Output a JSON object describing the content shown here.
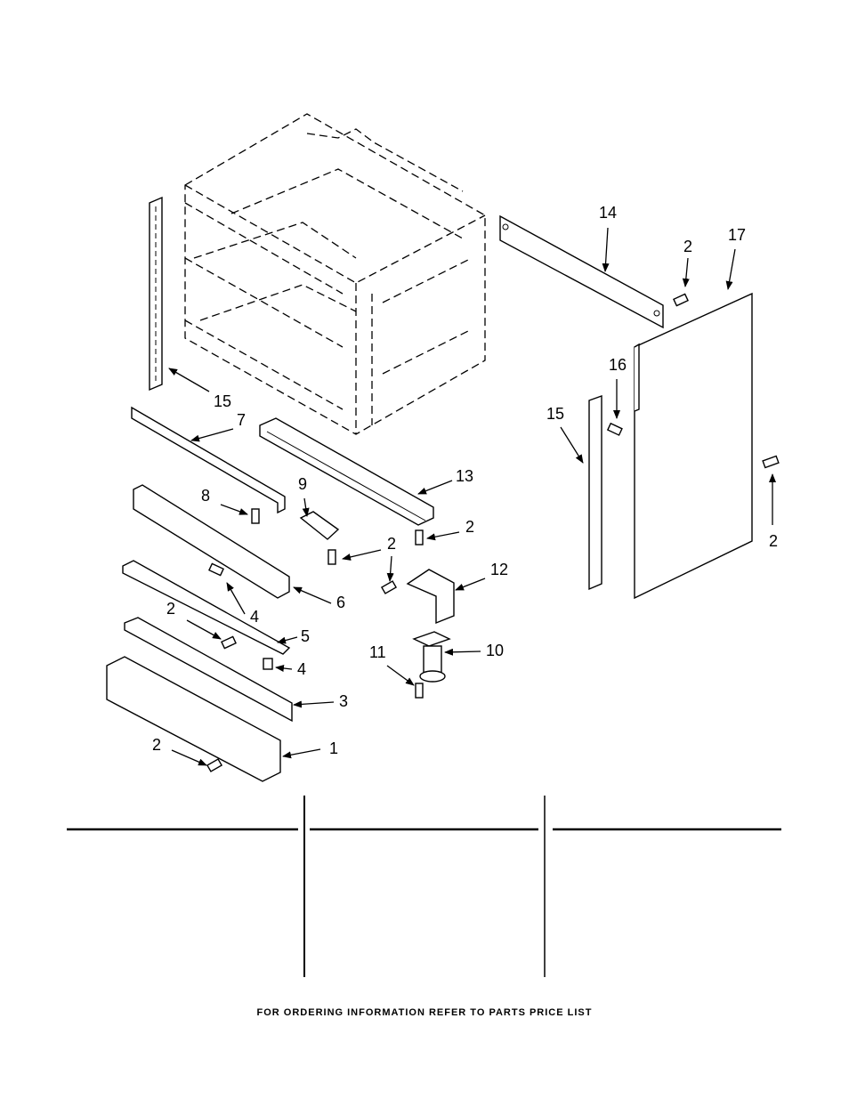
{
  "callouts": {
    "c14": "14",
    "c2a": "2",
    "c17": "17",
    "c15a": "15",
    "c7": "7",
    "c16": "16",
    "c15b": "15",
    "c13": "13",
    "c9": "9",
    "c8": "8",
    "c2b": "2",
    "c2c": "2",
    "c12": "12",
    "c6": "6",
    "c4a": "4",
    "c2d": "2",
    "c5": "5",
    "c2e": "2",
    "c4b": "4",
    "c10": "10",
    "c11": "11",
    "c3": "3",
    "c1": "1",
    "c2f": "2"
  },
  "footer": {
    "text": "FOR ORDERING INFORMATION REFER TO PARTS PRICE LIST"
  }
}
